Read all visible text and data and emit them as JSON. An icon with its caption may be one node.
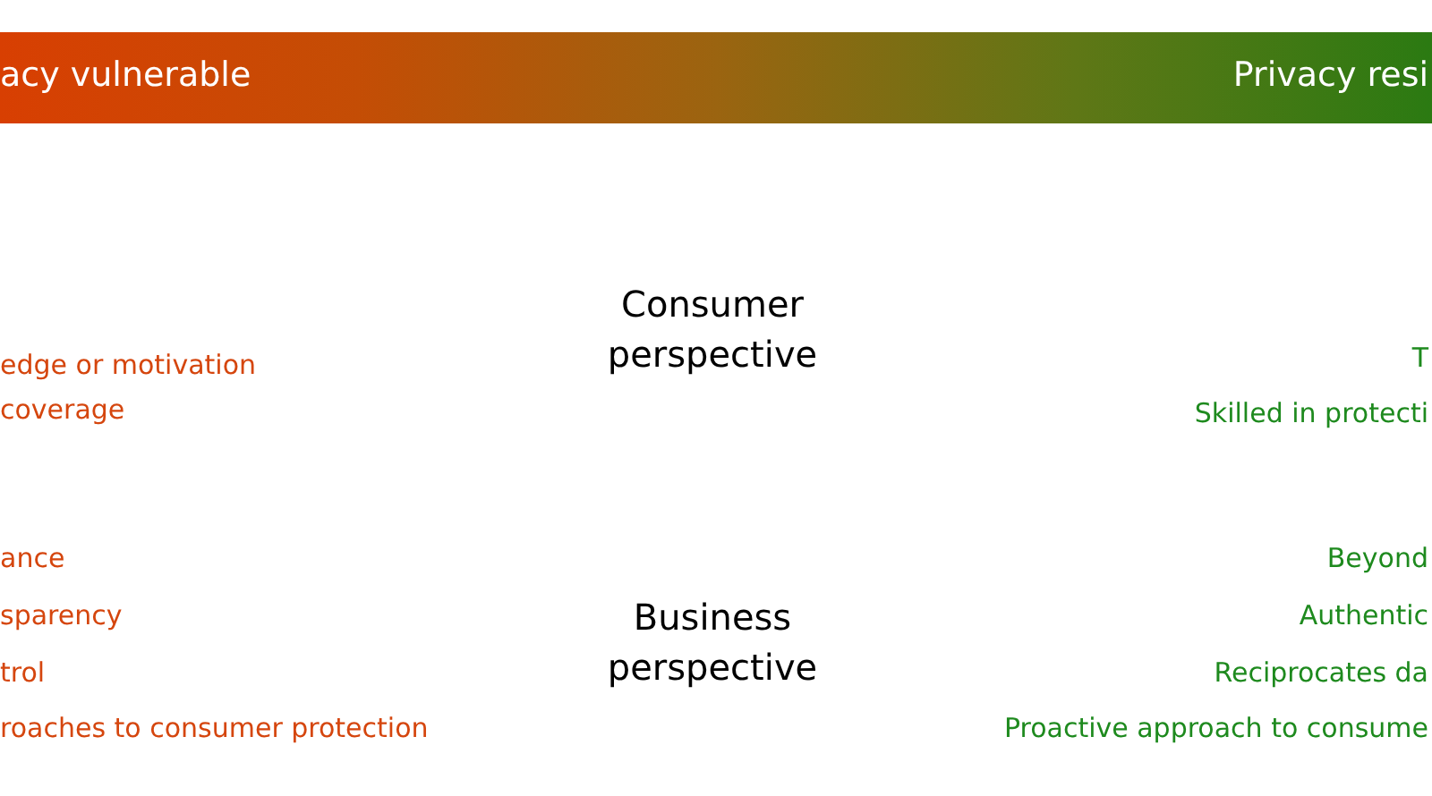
{
  "diagram": {
    "nodes": [
      {
        "text": [
          "acy vulnerable",
          "Privacy resi"
        ]
      }
    ],
    "edges": [],
    "labels": [
      "Consumer perspective",
      "edge or motivation",
      "T",
      "coverage",
      "Skilled in protecti",
      "ance",
      "Beyond",
      "sparency",
      "Authentic",
      "Business perspective",
      "trol",
      "Reciprocates da",
      "roaches to consumer protection",
      "Proactive approach to consume"
    ]
  }
}
